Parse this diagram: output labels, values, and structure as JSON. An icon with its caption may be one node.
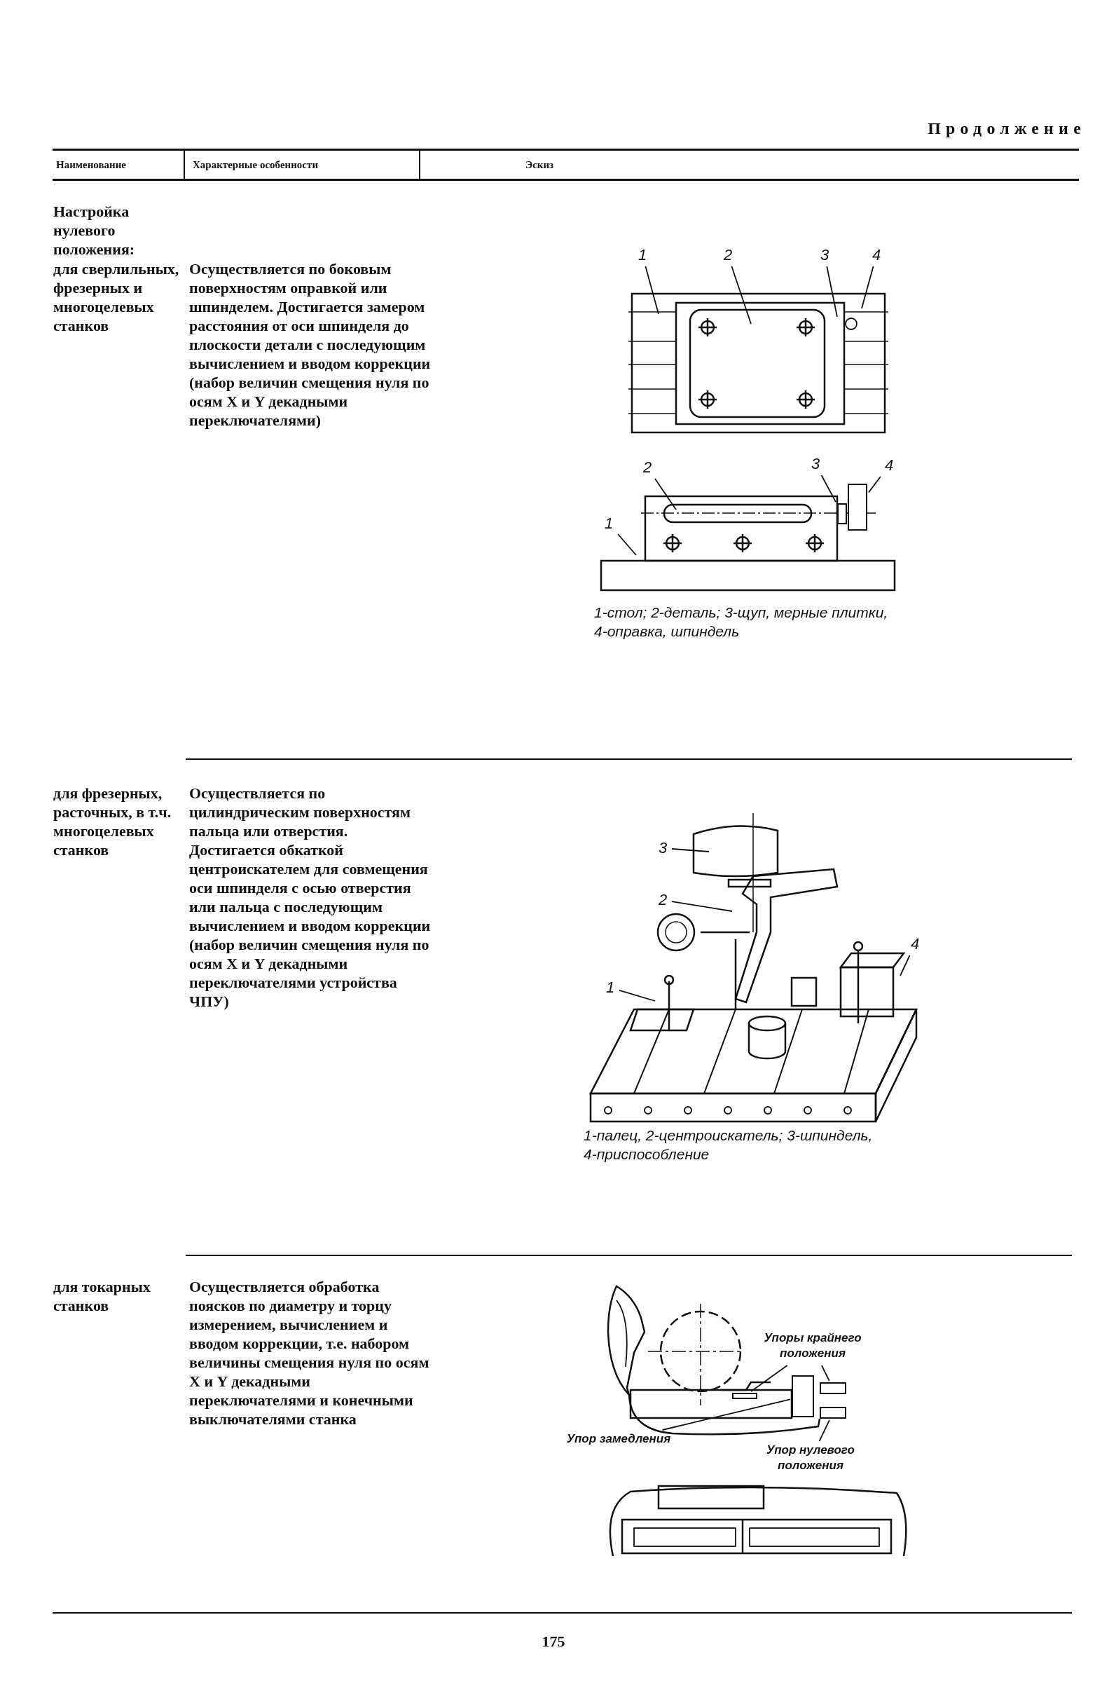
{
  "diagram": {
    "nodes": [
      {
        "text": [
          "1"
        ]
      },
      {
        "text": [
          "2"
        ]
      },
      {
        "text": [
          "3"
        ]
      },
      {
        "text": [
          "4"
        ]
      },
      {
        "text": [
          "2"
        ]
      },
      {
        "text": [
          "3"
        ]
      },
      {
        "text": [
          "4"
        ]
      },
      {
        "text": [
          "1"
        ]
      },
      {
        "text": [
          "3"
        ]
      },
      {
        "text": [
          "2"
        ]
      },
      {
        "text": [
          "1"
        ]
      },
      {
        "text": [
          "4"
        ]
      },
      {
        "text": [
          "Упоры крайнего положения"
        ]
      },
      {
        "text": [
          "Упор замедления"
        ]
      },
      {
        "text": [
          "Упор нулевого положения"
        ]
      },
      {
        "text": [],
        "shape": "box"
      },
      {
        "text": [],
        "shape": "box"
      },
      {
        "text": [],
        "shape": "box"
      },
      {
        "text": [],
        "shape": "box"
      },
      {
        "text": [],
        "shape": "box"
      },
      {
        "text": [],
        "shape": "box"
      }
    ],
    "edges": [
      {
        "from": 0,
        "to": null,
        "arrow": "none"
      },
      {
        "from": 1,
        "to": null,
        "arrow": "none"
      },
      {
        "from": 2,
        "to": null,
        "arrow": "none"
      },
      {
        "from": 3,
        "to": null,
        "arrow": "none"
      },
      {
        "from": 4,
        "to": null,
        "arrow": "none"
      },
      {
        "from": 5,
        "to": 20,
        "arrow": "none"
      },
      {
        "from": 6,
        "to": 19,
        "arrow": "none"
      },
      {
        "from": 7,
        "to": null,
        "arrow": "none"
      },
      {
        "from": 8,
        "to": null,
        "arrow": "none"
      },
      {
        "from": 9,
        "to": null,
        "arrow": "none"
      },
      {
        "from": 10,
        "to": null,
        "arrow": "none"
      },
      {
        "from": 11,
        "to": null,
        "arrow": "none"
      },
      {
        "from": 12,
        "to": 15,
        "arrow": "none"
      },
      {
        "from": 12,
        "to": 16,
        "arrow": "none"
      },
      {
        "from": 13,
        "to": 17,
        "arrow": "none"
      },
      {
        "from": 14,
        "to": 18,
        "arrow": "none"
      }
    ],
    "labels": [
      "Продолжение",
      "Наименование",
      "Характерные особенности",
      "Эскиз",
      "Настройка нулевого положения:",
      "для сверлильных, фрезерных и многоцелевых станков",
      "Осуществляется по боковым поверхностям оправкой или шпинделем. Достигается замером расстояния от оси шпинделя до плоскости детали с последующим вычислением и вводом коррекции (набор величин смещения нуля по осям X и Y декадными переключателями)",
      "1-стол; 2-деталь; 3-щуп, мерные плитки, 4-оправка, шпиндель",
      "для фрезерных, расточных, в т.ч. многоцелевых станков",
      "Осуществляется по цилиндрическим поверхностям пальца или отверстия. Достигается обкаткой центроискателем для совмещения оси шпинделя с осью отверстия или пальца с последующим вычислением и вводом коррекции (набор величин смещения нуля по осям X и Y декадными переключателями устройства ЧПУ)",
      "1-палец, 2-центроискатель; 3-шпиндель, 4-приспособление",
      "для токарных станков",
      "Осуществляется обработка поясков по диаметру и торцу измерением, вычислением и вводом коррекции, т.е. набором величины смещения нуля по осям X и Y декадными переключателями и конечными выключателями станка",
      "175"
    ]
  }
}
